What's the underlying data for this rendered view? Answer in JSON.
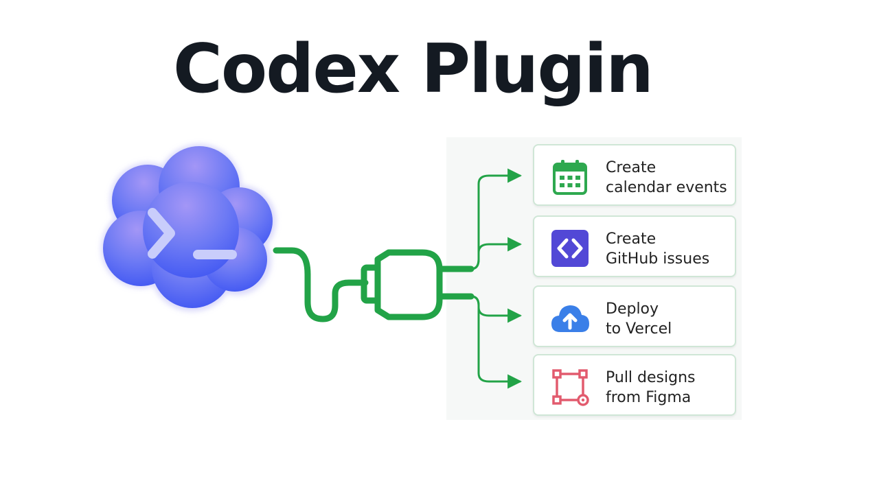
{
  "title": "Codex Plugin",
  "actions": [
    {
      "line1": "Create",
      "line2": "calendar events",
      "icon": "calendar-icon"
    },
    {
      "line1": "Create",
      "line2": "GitHub issues",
      "icon": "code-brackets-icon"
    },
    {
      "line1": "Deploy",
      "line2": "to Vercel",
      "icon": "cloud-upload-icon"
    },
    {
      "line1": "Pull designs",
      "line2": "from Figma",
      "icon": "vector-frame-icon"
    }
  ],
  "colors": {
    "title": "#141a22",
    "cloud_light": "#9d92f5",
    "cloud_dark": "#3f55f2",
    "connector_green": "#22a347",
    "card_border": "#cfe6d6",
    "calendar_green": "#2ea84f",
    "github_purple": "#5248d6",
    "vercel_blue": "#3a7fe8",
    "figma_pink": "#e25b6e"
  }
}
